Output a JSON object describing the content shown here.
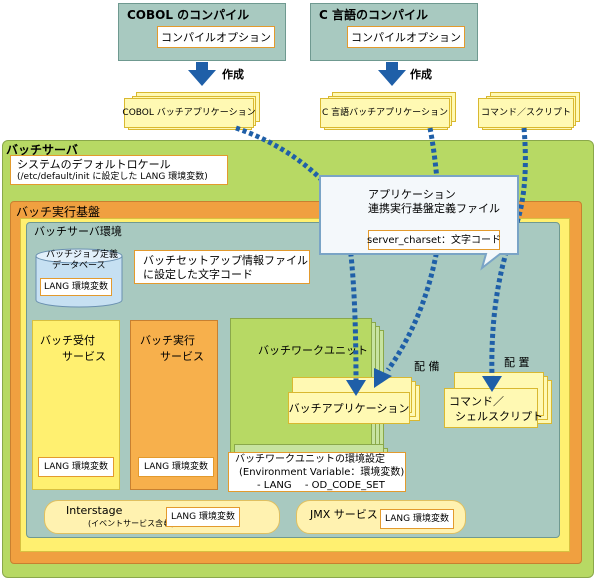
{
  "cobol": {
    "title": "COBOL のコンパイル",
    "option": "コンパイルオプション",
    "app": "COBOL バッチアプリケーション"
  },
  "c": {
    "title": "C 言語のコンパイル",
    "option": "コンパイルオプション",
    "app": "C 言語バッチアプリケーション"
  },
  "create_label": "作成",
  "command_script": "コマンド／スクリプト",
  "batch_server": {
    "title": "バッチサーバ",
    "locale_line1": "システムのデフォルトロケール",
    "locale_line2": "(/etc/default/init に設定した LANG 環境変数)"
  },
  "app_def": {
    "line1": "アプリケーション",
    "line2": "連携実行基盤定義ファイル",
    "charset": "server_charset：文字コード"
  },
  "batch_base": {
    "title": "バッチ実行基盤"
  },
  "server_env": {
    "title": "バッチサーバ環境"
  },
  "db": {
    "line1": "バッチジョブ定義",
    "line2": "データベース",
    "lang": "LANG 環境変数"
  },
  "setup_info": {
    "line1": "バッチセットアップ情報ファイル",
    "line2": "に設定した文字コード"
  },
  "reception": {
    "line1": "バッチ受付",
    "line2": "サービス",
    "lang": "LANG 環境変数"
  },
  "execution": {
    "line1": "バッチ実行",
    "line2": "サービス",
    "lang": "LANG 環境変数"
  },
  "work_unit": {
    "title": "バッチワークユニット"
  },
  "placement": "配 備",
  "placement2": "配 置",
  "batch_app": "バッチアプリケーション",
  "shell": {
    "line1": "コマンド／",
    "line2": "シェルスクリプト"
  },
  "wu_env": {
    "line1": "バッチワークユニットの環境設定",
    "line2": "(Environment Variable：環境変数)",
    "line3": "- LANG　 - OD_CODE_SET"
  },
  "interstage": {
    "name": "Interstage",
    "sub": "(イベントサービス含む)",
    "lang": "LANG 環境変数"
  },
  "jmx": {
    "name": "JMX サービス",
    "lang": "LANG 環境変数"
  },
  "colors": {
    "outer_green": "#b7d964",
    "orange": "#f0a040",
    "yellow": "#fff070",
    "teal": "#a8c9c0",
    "arrow_blue": "#1f5fa8"
  }
}
